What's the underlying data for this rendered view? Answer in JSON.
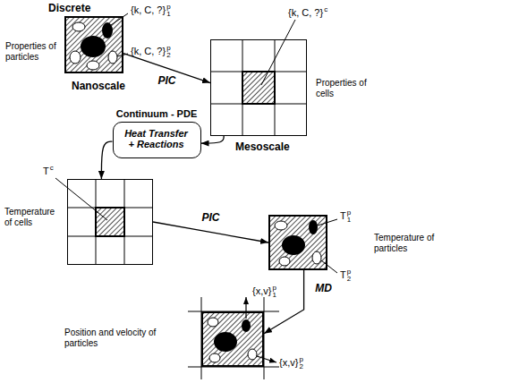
{
  "diagram": {
    "nodes": [
      {
        "text": [
          "Discrete",
          "Properties of particles",
          "Nanoscale"
        ]
      },
      {
        "text": [
          "Properties of cells",
          "Mesoscale"
        ]
      },
      {
        "text": [
          "Continuum - PDE",
          "Heat Transfer + Reactions"
        ]
      },
      {
        "text": [
          "Temperature of cells"
        ]
      },
      {
        "text": [
          "Temperature of particles"
        ]
      },
      {
        "text": [
          "Position and velocity of particles"
        ]
      }
    ],
    "edges": [
      {
        "from": 0,
        "to": 1,
        "label": "PIC",
        "arrow": "to"
      },
      {
        "from": 1,
        "to": 2,
        "arrow": "to"
      },
      {
        "from": 2,
        "to": 3,
        "arrow": "to"
      },
      {
        "from": 3,
        "to": 4,
        "label": "PIC",
        "arrow": "to"
      },
      {
        "from": 4,
        "to": 5,
        "label": "MD",
        "arrow": "to"
      }
    ],
    "labels": [
      "{k, C, ?}1p",
      "{k, C, ?}2p",
      "{k, C, ?}c",
      "Tc",
      "T1p",
      "T2p",
      "{x,v}1p",
      "{x,v}2p"
    ]
  }
}
